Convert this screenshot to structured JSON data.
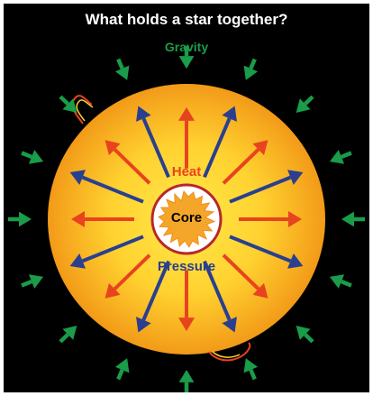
{
  "title": "What holds a star together?",
  "labels": {
    "gravity": "Gravity",
    "heat": "Heat",
    "pressure": "Pressure",
    "core": "Core"
  },
  "colors": {
    "background": "#000000",
    "gravity": "#1a9c4a",
    "heat": "#e8431f",
    "pressure": "#2a3f8f",
    "star_center": "#ffe94a",
    "star_edge": "#f29a18",
    "core_ring": "#b9262c",
    "core_fill": "#ffffff",
    "core_burst": "#f4a62a"
  }
}
